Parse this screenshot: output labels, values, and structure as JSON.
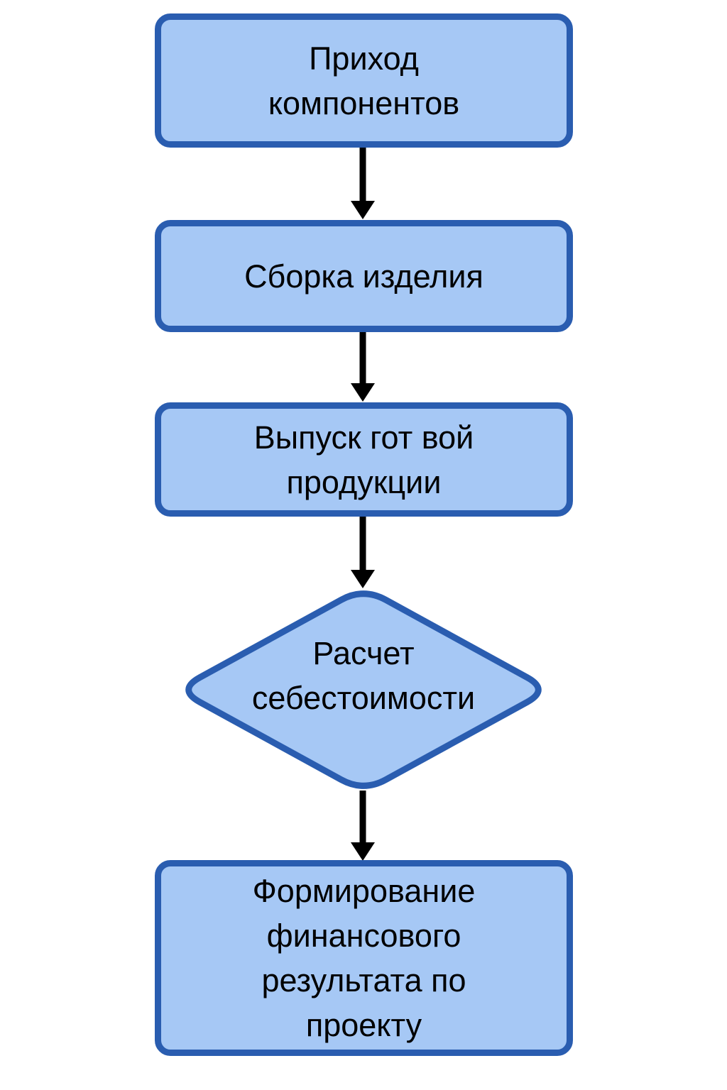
{
  "diagram": {
    "type": "flowchart",
    "direction": "top-down",
    "colors": {
      "background": "#ffffff",
      "node_fill": "#a6c8f5",
      "node_border": "#2a5db0",
      "arrow": "#000000",
      "text": "#000000"
    },
    "nodes": [
      {
        "id": "prikhod-komponentov",
        "shape": "rounded-rectangle",
        "label": "Приход компонентов",
        "lines": [
          "Приход",
          "компонентов"
        ]
      },
      {
        "id": "sborka-izdeliya",
        "shape": "rounded-rectangle",
        "label": "Сборка изделия",
        "lines": [
          "Сборка изделия"
        ]
      },
      {
        "id": "vypusk-gotovoy-produktsii",
        "shape": "rounded-rectangle",
        "label": "Выпуск гот вой продукции",
        "lines": [
          "Выпуск гот вой",
          "продукции"
        ]
      },
      {
        "id": "raschet-sebestoimosti",
        "shape": "diamond",
        "label": "Расчет себестоимости",
        "lines": [
          "Расчет",
          "себестоимости"
        ]
      },
      {
        "id": "formirovanie-finansovogo-rezultata",
        "shape": "rounded-rectangle",
        "label": "Формирование финансового результата по проекту",
        "lines": [
          "Формирование",
          "финансового",
          "результата по",
          "проекту"
        ]
      }
    ],
    "edges": [
      {
        "from": "prikhod-komponentov",
        "to": "sborka-izdeliya",
        "style": "arrow-down"
      },
      {
        "from": "sborka-izdeliya",
        "to": "vypusk-gotovoy-produktsii",
        "style": "arrow-down"
      },
      {
        "from": "vypusk-gotovoy-produktsii",
        "to": "raschet-sebestoimosti",
        "style": "arrow-down"
      },
      {
        "from": "raschet-sebestoimosti",
        "to": "formirovanie-finansovogo-rezultata",
        "style": "arrow-down"
      }
    ]
  }
}
